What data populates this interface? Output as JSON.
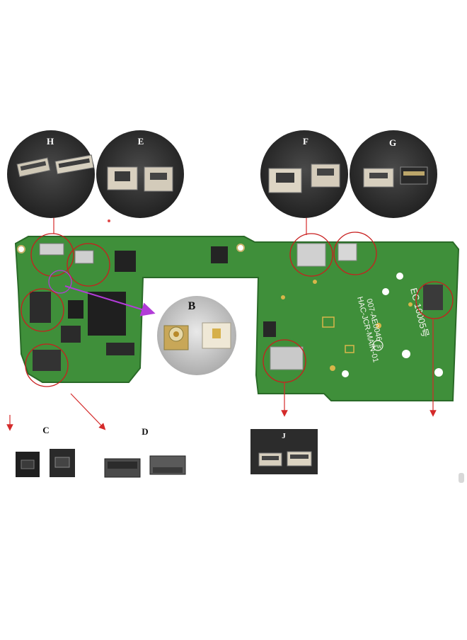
{
  "labels": {
    "H": "H",
    "E": "E",
    "F": "F",
    "G": "G",
    "B": "B",
    "C": "C",
    "D": "D",
    "J": "J"
  },
  "board_text": {
    "model": "HAC-JCR-MAIN-01",
    "code": "007-AE0046",
    "cert": "EC-16005号",
    "ce": "PW"
  },
  "colors": {
    "pcb": "#3f8f3a",
    "pcb_dark": "#2f7a2e",
    "callout_ring": "#c81e1e",
    "arrow": "#d42a2a",
    "pointer_arrow": "#b23cd8",
    "bubble": "#2a2a2a"
  }
}
